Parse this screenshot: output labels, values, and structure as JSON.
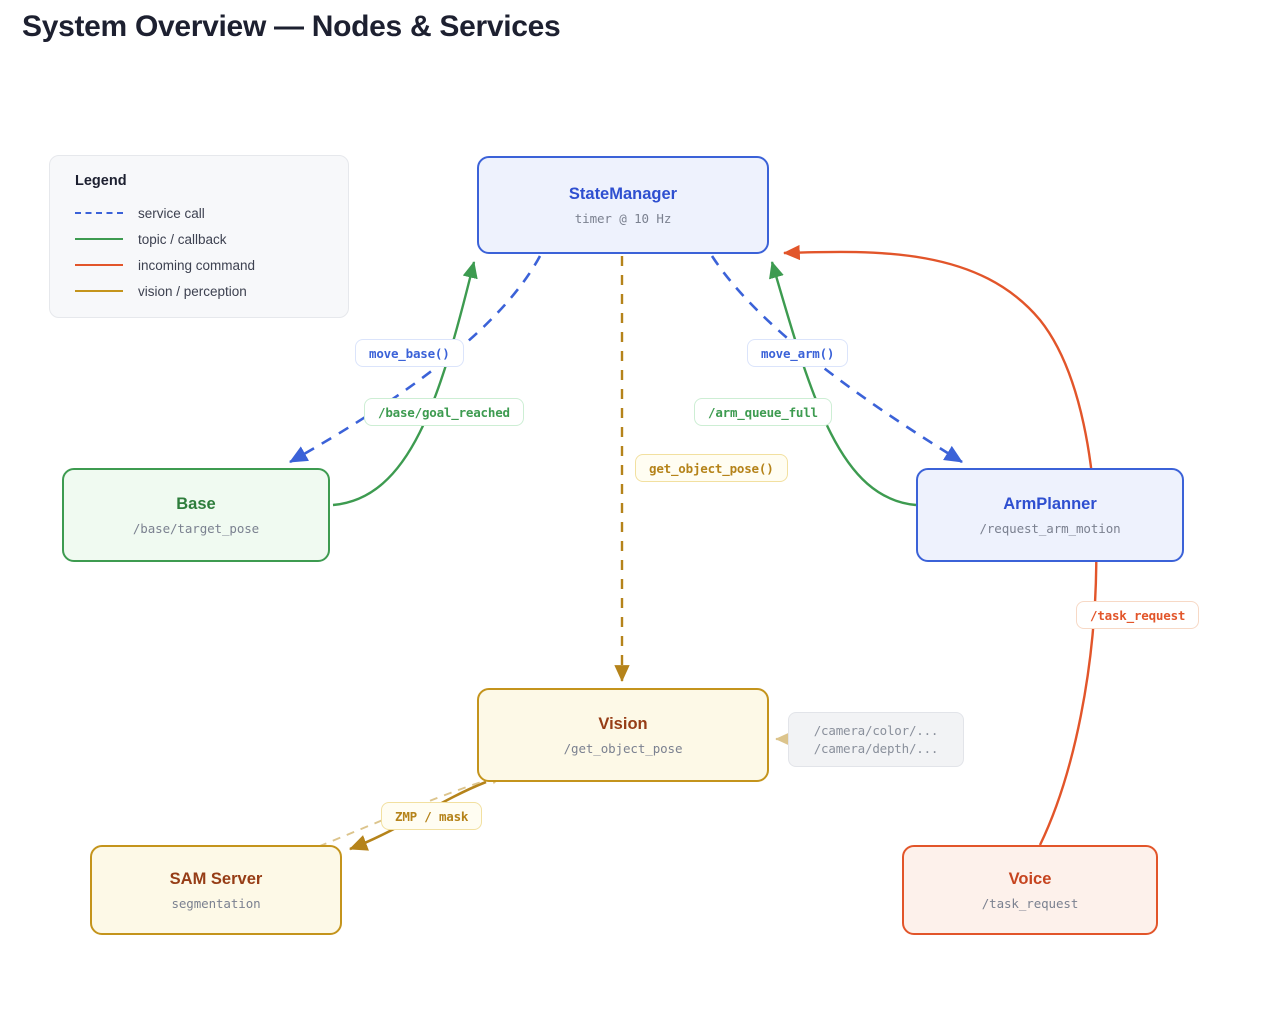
{
  "page": {
    "title": "System Overview — Nodes & Services",
    "background": "#ffffff"
  },
  "legend": {
    "title": "Legend",
    "items": [
      {
        "label": "service call",
        "color": "#3b62d8",
        "style": "dashed"
      },
      {
        "label": "topic / callback",
        "color": "#3d9b50",
        "style": "solid"
      },
      {
        "label": "incoming command",
        "color": "#e2552a",
        "style": "solid"
      },
      {
        "label": "vision / perception",
        "color": "#c4941c",
        "style": "solid"
      }
    ]
  },
  "nodes": [
    {
      "id": "statemanager",
      "title": "StateManager",
      "subtitle": "timer @ 10 Hz",
      "color": "blue"
    },
    {
      "id": "base",
      "title": "Base",
      "subtitle": "/base/target_pose",
      "color": "green"
    },
    {
      "id": "armplanner",
      "title": "ArmPlanner",
      "subtitle": "/request_arm_motion",
      "color": "blue"
    },
    {
      "id": "vision",
      "title": "Vision",
      "subtitle": "/get_object_pose",
      "color": "amber"
    },
    {
      "id": "samserver",
      "title": "SAM Server",
      "subtitle": "segmentation",
      "color": "amber"
    },
    {
      "id": "voice",
      "title": "Voice",
      "subtitle": "/task_request",
      "color": "orange"
    }
  ],
  "edge_labels": {
    "move_base": "move_base()",
    "goal_reached": "/base/goal_reached",
    "move_arm": "move_arm()",
    "arm_queue_full": "/arm_queue_full",
    "get_object": "get_object_pose()",
    "task_request": "/task_request",
    "zmp_mask": "ZMP / mask"
  },
  "camera_topics": {
    "line1": "/camera/color/...",
    "line2": "/camera/depth/..."
  },
  "edges": [
    {
      "from": "statemanager",
      "to": "base",
      "kind": "service call",
      "label": "move_base()"
    },
    {
      "from": "base",
      "to": "statemanager",
      "kind": "topic / callback",
      "label": "/base/goal_reached"
    },
    {
      "from": "statemanager",
      "to": "armplanner",
      "kind": "service call",
      "label": "move_arm()"
    },
    {
      "from": "armplanner",
      "to": "statemanager",
      "kind": "topic / callback",
      "label": "/arm_queue_full"
    },
    {
      "from": "statemanager",
      "to": "vision",
      "kind": "vision / perception",
      "label": "get_object_pose()"
    },
    {
      "from": "voice",
      "to": "statemanager",
      "kind": "incoming command",
      "label": "/task_request"
    },
    {
      "from": "vision",
      "to": "samserver",
      "kind": "vision / perception",
      "label": "ZMP / mask"
    },
    {
      "from": "samserver",
      "to": "vision",
      "kind": "vision / perception",
      "label": ""
    },
    {
      "from": "camera",
      "to": "vision",
      "kind": "vision / perception",
      "label": "/camera/color/... /camera/depth/..."
    }
  ],
  "colors": {
    "blue": "#3b62d8",
    "green": "#3d9b50",
    "orange": "#e2552a",
    "amber": "#c4941c",
    "amber_light": "#dcc48c",
    "title": "#1d2030"
  }
}
